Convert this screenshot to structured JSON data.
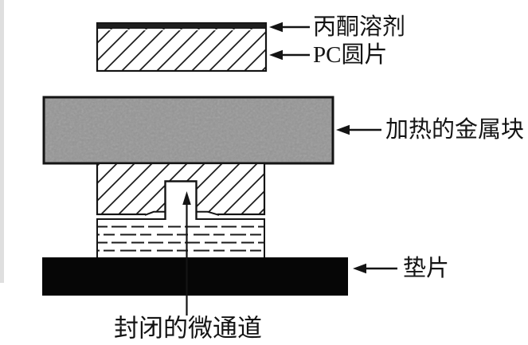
{
  "labels": {
    "solvent": "丙酮溶剂",
    "pc_disc": "PC圆片",
    "metal_block": "加热的金属块",
    "gasket": "垫片",
    "microchannel": "封闭的微通道"
  },
  "colors": {
    "background": "#ffffff",
    "line": "#141414",
    "metal_block_fill": "#959595",
    "solvent_strip_fill": "#1f1f1f",
    "gasket_fill": "#060606"
  }
}
